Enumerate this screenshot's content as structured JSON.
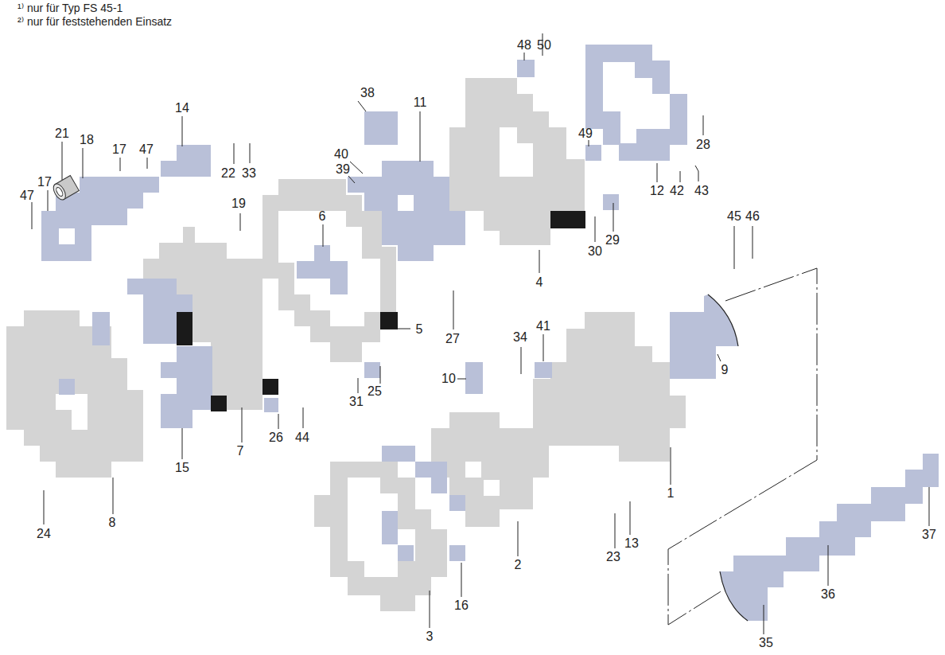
{
  "diagram": {
    "labels": [
      "¹⁾ nur für Typ FS 45-1",
      "²⁾ nur für feststehenden Einsatz",
      "48",
      "50",
      "38",
      "11",
      "14",
      "21",
      "18",
      "17",
      "47",
      "22",
      "33",
      "40",
      "39",
      "49",
      "28",
      "12",
      "42",
      "43",
      "17",
      "47",
      "19",
      "6",
      "29",
      "30",
      "4",
      "45",
      "46",
      "5",
      "27",
      "34",
      "41",
      "10",
      "31",
      "25",
      "9",
      "26",
      "44",
      "15",
      "7",
      "24",
      "8",
      "1",
      "2",
      "23",
      "13",
      "16",
      "3",
      "36",
      "35",
      "37"
    ]
  }
}
